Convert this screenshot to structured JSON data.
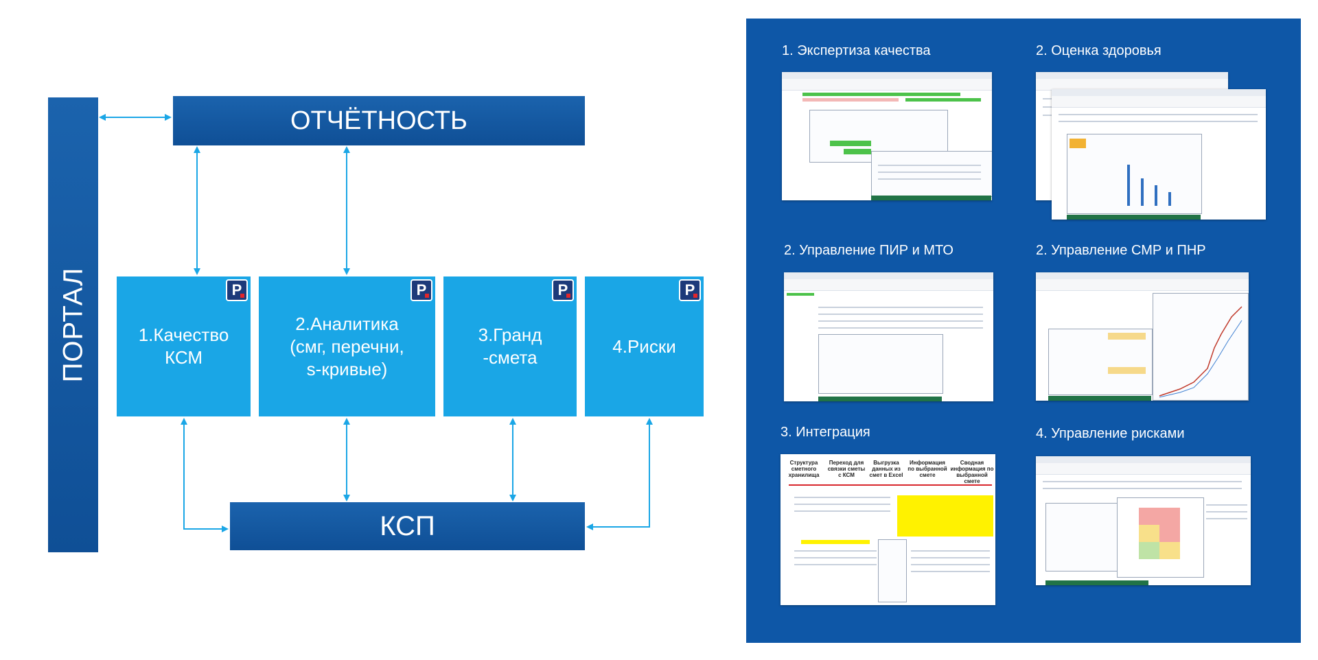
{
  "diagram": {
    "portal": {
      "label": "ПОРТАЛ"
    },
    "reporting": {
      "label": "ОТЧЁТНОСТЬ"
    },
    "ksp": {
      "label": "КСП"
    },
    "modules": [
      {
        "label": "1.Качество\nКСМ",
        "badge": "P"
      },
      {
        "label": "2.Аналитика\n(смг, перечни,\ns-кривые)",
        "badge": "P"
      },
      {
        "label": "3.Гранд\n-смета",
        "badge": "P"
      },
      {
        "label": "4.Риски",
        "badge": "P"
      }
    ],
    "colors": {
      "navy": "#1160a8",
      "module": "#1aa6e6",
      "arrow": "#1aa6e6",
      "panel": "#0e57a7",
      "badge": "#1d3a7a",
      "badge_dot": "#e2262b"
    }
  },
  "panel": {
    "screens": [
      {
        "caption": "1. Экспертиза качества"
      },
      {
        "caption": "2. Оценка здоровья"
      },
      {
        "caption": "2. Управление ПИР и МТО"
      },
      {
        "caption": "2. Управление СМР и ПНР"
      },
      {
        "caption": "3. Интеграция",
        "headers": [
          "Структура\nсметного\nхранилища",
          "Переход для\nсвязки сметы\nс КСМ",
          "Выгрузка\nданных из\nсмет в Excel",
          "Информация\nпо выбранной\nсмете",
          "Сводная\nинформация по\nвыбранной смете"
        ]
      },
      {
        "caption": "4. Управление рисками"
      }
    ]
  }
}
